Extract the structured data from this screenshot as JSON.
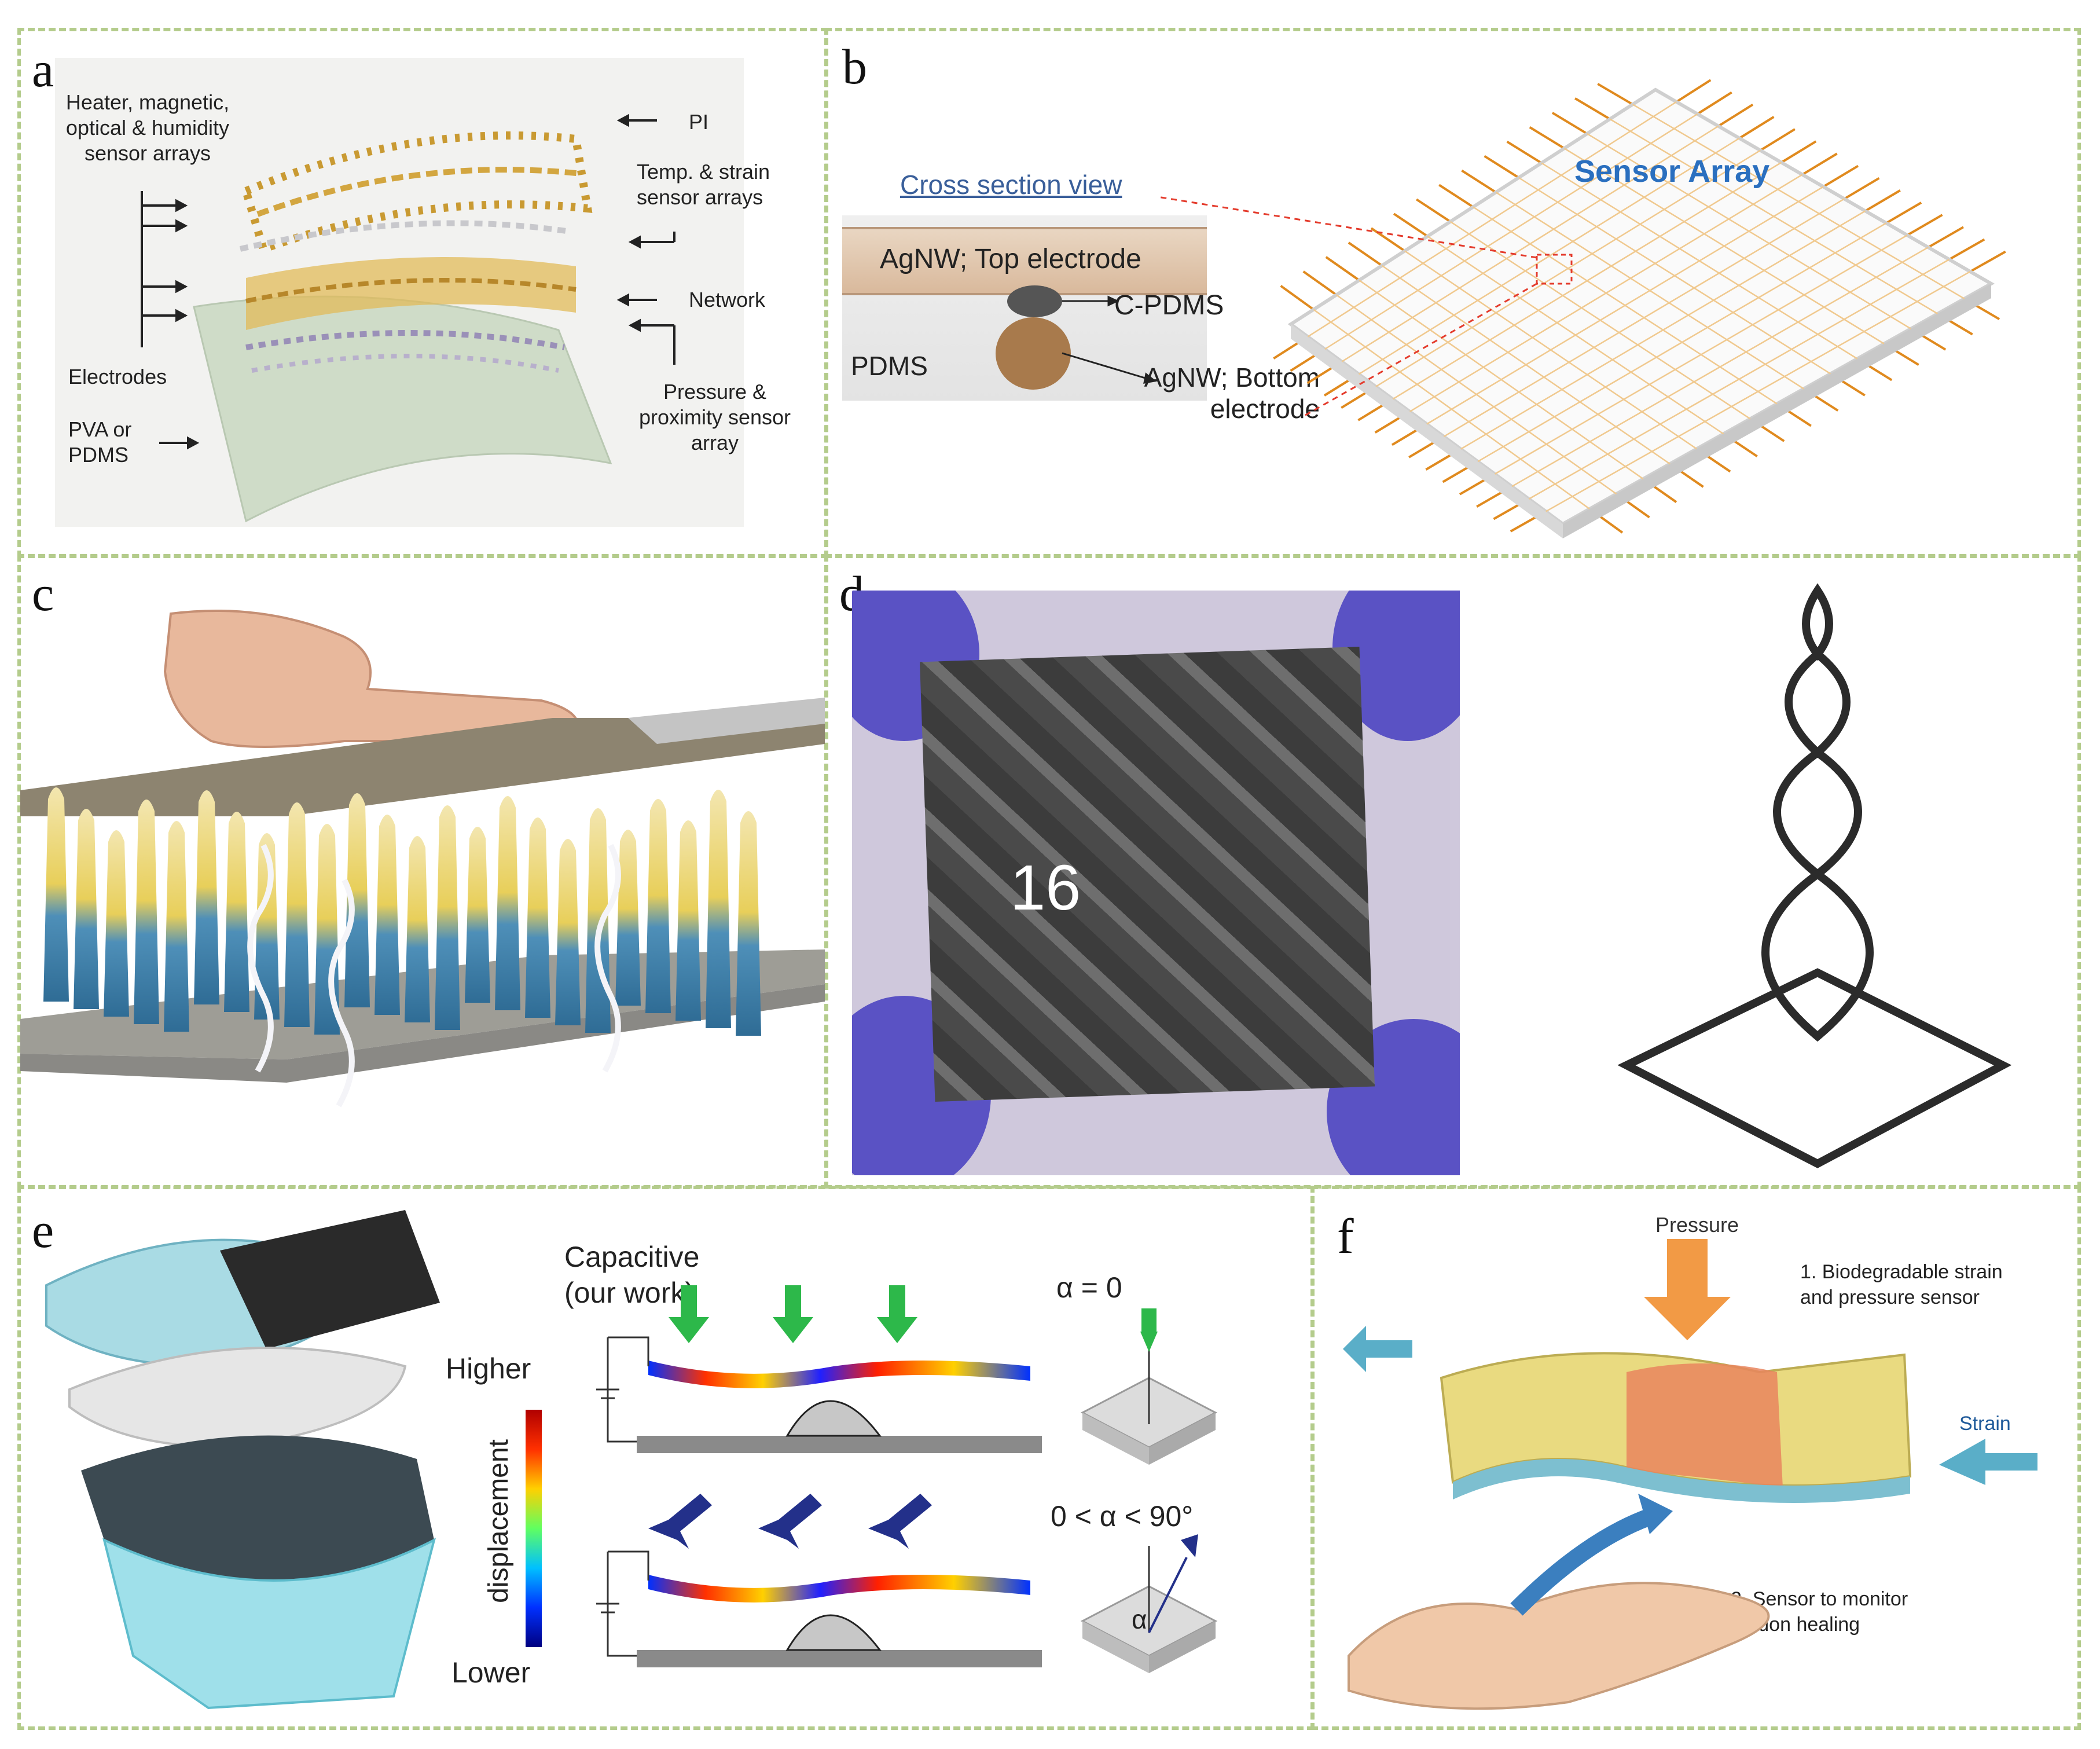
{
  "panels": {
    "a": {
      "label": "a",
      "left_labels": [
        "Heater, magnetic, optical & humidity sensor arrays",
        "Electrodes",
        "PVA or PDMS"
      ],
      "right_labels": [
        "PI",
        "Temp. & strain sensor arrays",
        "Network",
        "Pressure & proximity sensor array"
      ]
    },
    "b": {
      "label": "b",
      "view_title": "Cross section view",
      "top_electrode": "AgNW; Top electrode",
      "cpdms": "C-PDMS",
      "pdms": "PDMS",
      "bottom_electrode": "AgNW; Bottom electrode",
      "array_title": "Sensor Array",
      "colors": {
        "array_title": "#2a6fbf",
        "wires": "#e08a1e",
        "leaders": "#e43b2c"
      }
    },
    "c": {
      "label": "c"
    },
    "d": {
      "label": "d",
      "overlay_number": "16"
    },
    "e": {
      "label": "e",
      "capacitive": "Capacitive (our work)",
      "higher": "Higher",
      "displacement": "displacement",
      "lower": "Lower",
      "alpha_zero": "α = 0",
      "alpha_range": "0 < α < 90°",
      "alpha": "α",
      "colors": {
        "down_arrows": "#2db84a",
        "angled_arrows": "#23308a"
      }
    },
    "f": {
      "label": "f",
      "pressure": "Pressure",
      "note1": "1. Biodegradable strain and pressure sensor",
      "strain": "Strain",
      "note2": "2. Sensor to monitor tendon healing",
      "colors": {
        "pressure_arrow": "#f29a45",
        "strain_arrow": "#5aaec8"
      }
    }
  }
}
